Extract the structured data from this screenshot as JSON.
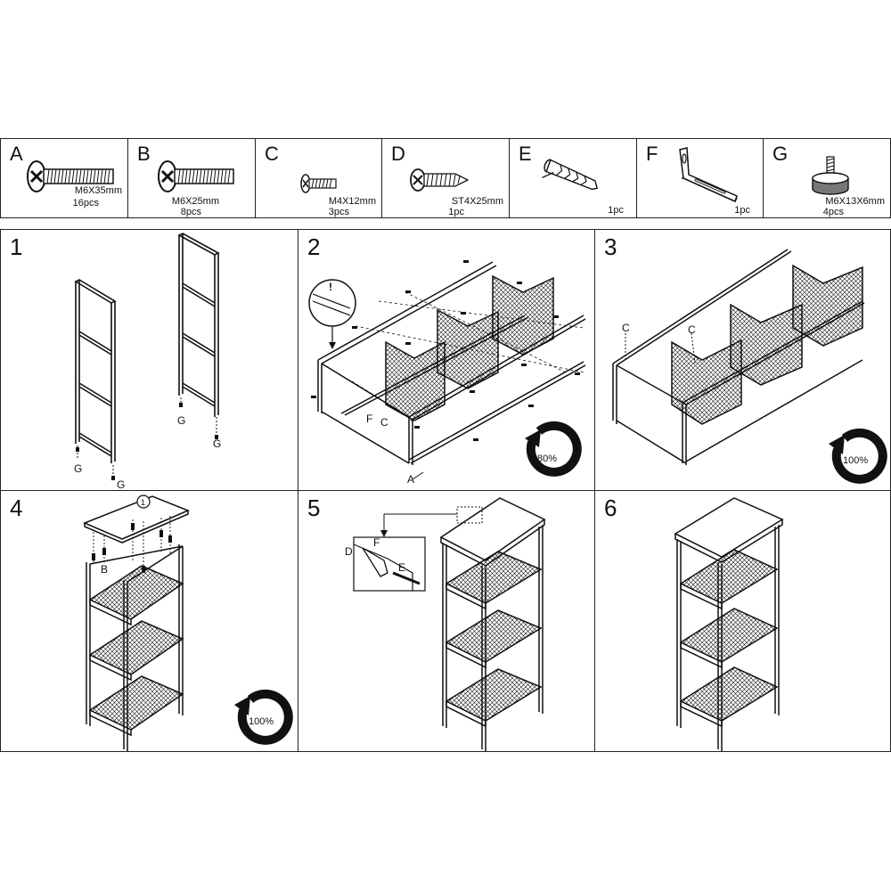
{
  "parts": [
    {
      "letter": "A",
      "spec": "M6X35mm",
      "qty": "16pcs",
      "icon": "long-bolt-icon"
    },
    {
      "letter": "B",
      "spec": "M6X25mm",
      "qty": "8pcs",
      "icon": "bolt-icon"
    },
    {
      "letter": "C",
      "spec": "M4X12mm",
      "qty": "3pcs",
      "icon": "small-screw-icon"
    },
    {
      "letter": "D",
      "spec": "ST4X25mm",
      "qty": "1pc",
      "icon": "wood-screw-icon"
    },
    {
      "letter": "E",
      "spec": "",
      "qty": "1pc",
      "icon": "wall-anchor-icon"
    },
    {
      "letter": "F",
      "spec": "",
      "qty": "1pc",
      "icon": "l-bracket-icon"
    },
    {
      "letter": "G",
      "spec": "M6X13X6mm",
      "qty": "4pcs",
      "icon": "leveling-foot-icon"
    }
  ],
  "steps": [
    {
      "number": "1",
      "labels": {
        "g1": "G",
        "g2": "G",
        "g3": "G",
        "g4": "G"
      }
    },
    {
      "number": "2",
      "labels": {
        "f": "F",
        "c": "C",
        "a": "A",
        "warn": "!"
      },
      "torque": "80%"
    },
    {
      "number": "3",
      "labels": {
        "c1": "C",
        "c2": "C"
      },
      "torque": "100%"
    },
    {
      "number": "4",
      "labels": {
        "b": "B",
        "circle": "1"
      },
      "torque": "100%"
    },
    {
      "number": "5",
      "labels": {
        "d": "D",
        "f": "F",
        "e": "E"
      }
    },
    {
      "number": "6",
      "labels": {}
    }
  ]
}
